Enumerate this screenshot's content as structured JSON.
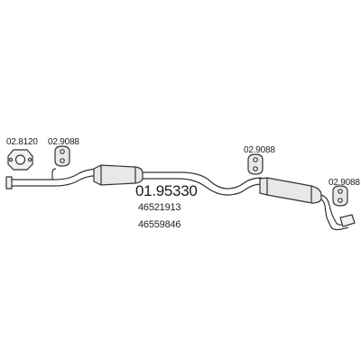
{
  "diagram": {
    "main_part_number": "01.95330",
    "oe_numbers": [
      "46521913",
      "46559846"
    ],
    "components": [
      {
        "code": "02.8120"
      },
      {
        "code": "02.9088"
      },
      {
        "code": "02.9088"
      },
      {
        "code": "02.9088"
      }
    ],
    "colors": {
      "line": "#333333",
      "fill": "#e8e8e8",
      "fill_light": "#f2f2f2"
    }
  }
}
